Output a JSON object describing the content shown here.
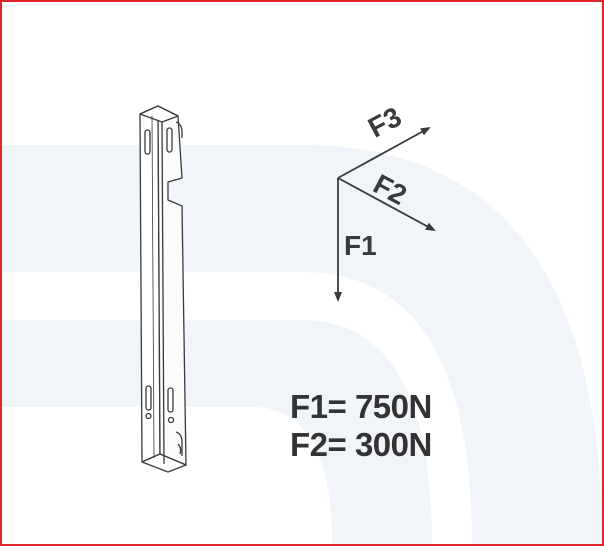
{
  "colors": {
    "border": "#e0252b",
    "background_swoosh": "#f1f5fa",
    "line": "#3a3a3a"
  },
  "forces": {
    "f1_label": "F1",
    "f2_label": "F2",
    "f3_label": "F3"
  },
  "values": {
    "f1": "F1= 750N",
    "f2": "F2= 300N"
  }
}
